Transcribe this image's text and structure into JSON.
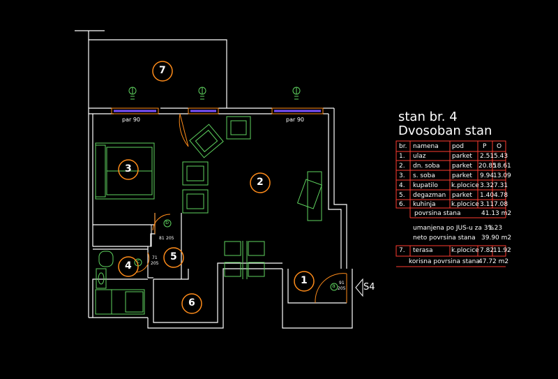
{
  "title": {
    "line1": "stan br. 4",
    "line2": "Dvosoban stan"
  },
  "table": {
    "headers": [
      "br.",
      "namena",
      "pod",
      "P",
      "O"
    ],
    "rows": [
      {
        "no": "1.",
        "name": "ulaz",
        "floor": "parket",
        "p": "2.51",
        "o": "5.43"
      },
      {
        "no": "2.",
        "name": "dn. soba",
        "floor": "parket",
        "p": "20.85",
        "o": "18.61"
      },
      {
        "no": "3.",
        "name": "s. soba",
        "floor": "parket",
        "p": "9.94",
        "o": "13.09"
      },
      {
        "no": "4.",
        "name": "kupatilo",
        "floor": "k.plocice",
        "p": "3.32",
        "o": "7.31"
      },
      {
        "no": "5.",
        "name": "degazman",
        "floor": "parket",
        "p": "1.40",
        "o": "4.78"
      },
      {
        "no": "6.",
        "name": "kuhinja",
        "floor": "k.plocice",
        "p": "3.11",
        "o": "7.08"
      }
    ],
    "total_label": "povrsina stana",
    "total_value": "41.13 m2",
    "reduction_label": "umanjena po JUS-u za 3%",
    "reduction_value": "1.23",
    "net_label": "neto povrsina stana",
    "net_value": "39.90 m2",
    "terrace": {
      "no": "7.",
      "name": "terasa",
      "floor": "k.plocice",
      "p": "7.82",
      "o": "11.92"
    },
    "useful_label": "korisna povrsina stana",
    "useful_value": "47.72 m2"
  },
  "room_markers": [
    "1",
    "2",
    "3",
    "4",
    "5",
    "6",
    "7"
  ],
  "window_labels": {
    "left": "par 90",
    "right": "par 90"
  },
  "door_labels": {
    "a": {
      "letter": "a",
      "w": "91",
      "h": "205"
    },
    "b": {
      "letter": "b",
      "w": "81",
      "h": "205"
    },
    "c": {
      "letter": "c",
      "w": "71",
      "h": "205"
    }
  },
  "entrance_label": "S4",
  "colors": {
    "wall": "#ffffff",
    "marker": "#ff8c1a",
    "table_border": "#ff3b2f",
    "furniture": "#5fd35f",
    "window": "#7a50ff",
    "door": "#ff8c1a"
  }
}
